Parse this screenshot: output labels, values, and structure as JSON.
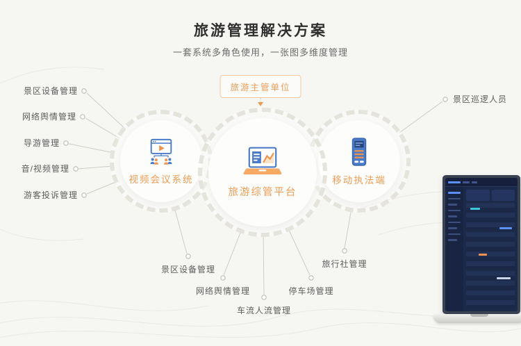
{
  "page": {
    "title": "旅游管理解决方案",
    "subtitle": "一套系统多角色使用，一张图多维度管理"
  },
  "authority": {
    "label": "旅游主管单位"
  },
  "systems": {
    "video": {
      "label": "视频会议系统"
    },
    "platform": {
      "label": "旅游综管平台"
    },
    "mobile": {
      "label": "移动执法端"
    }
  },
  "left_modules": [
    "景区设备管理",
    "网络舆情管理",
    "导游管理",
    "音/视频管理",
    "游客投诉管理"
  ],
  "right_modules": [
    "景区巡逻人员"
  ],
  "bottom_modules": [
    "景区设备管理",
    "网络舆情管理",
    "车流人流管理",
    "停车场管理",
    "旅行社管理"
  ],
  "icons": {
    "authority_arrow": "chevron-down-icon",
    "video_system": "video-conference-icon",
    "platform": "laptop-chart-icon",
    "mobile": "handheld-terminal-icon"
  },
  "colors": {
    "accent_orange": "#EE9C54",
    "icon_blue": "#4A7BC8",
    "icon_orange": "#F0944D",
    "label_gray": "#5D5D5D",
    "background": "#F6F6F3"
  }
}
